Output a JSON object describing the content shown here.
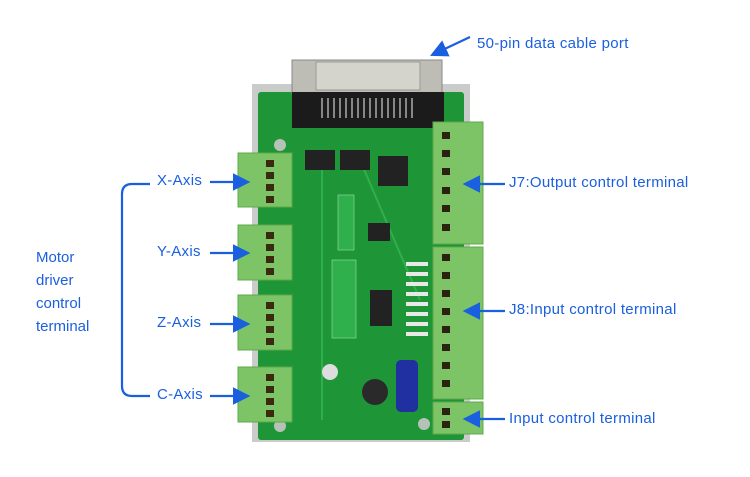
{
  "title": "Motion control breakout board diagram",
  "colors": {
    "annotation": "#1a5fe0",
    "board": "#1e9638",
    "terminal": "#7cc466"
  },
  "labels": {
    "cable_port": "50-pin data cable port",
    "x_axis": "X-Axis",
    "y_axis": "Y-Axis",
    "z_axis": "Z-Axis",
    "c_axis": "C-Axis",
    "motor_group": [
      "Motor",
      "driver",
      "control",
      "terminal"
    ],
    "j7": "J7:Output control terminal",
    "j8": "J8:Input control terminal",
    "input_terminal": "Input control terminal"
  }
}
